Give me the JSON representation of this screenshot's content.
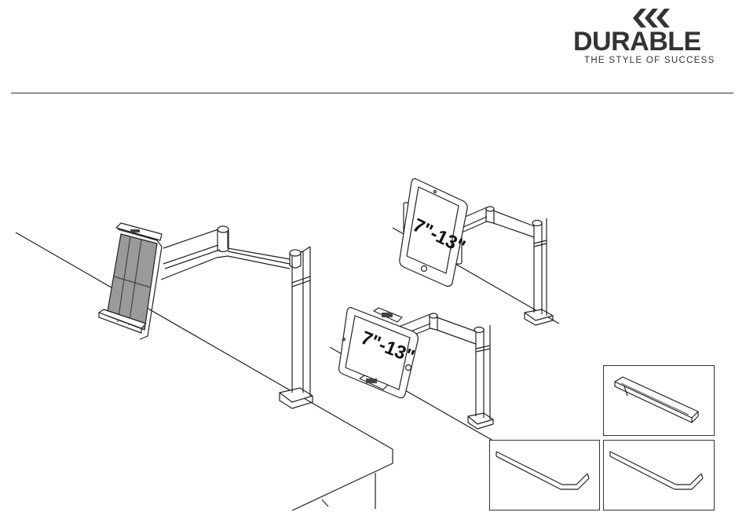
{
  "brand": {
    "name": "DURABLE",
    "tagline": "THE STYLE OF SUCCESS"
  },
  "product_views": {
    "upper_size_label": "7\"-13\"",
    "lower_size_label": "7\"-13\""
  },
  "colors": {
    "line": "#222222",
    "logo": "#333333",
    "tablet_fill": "#9a9a9a"
  }
}
